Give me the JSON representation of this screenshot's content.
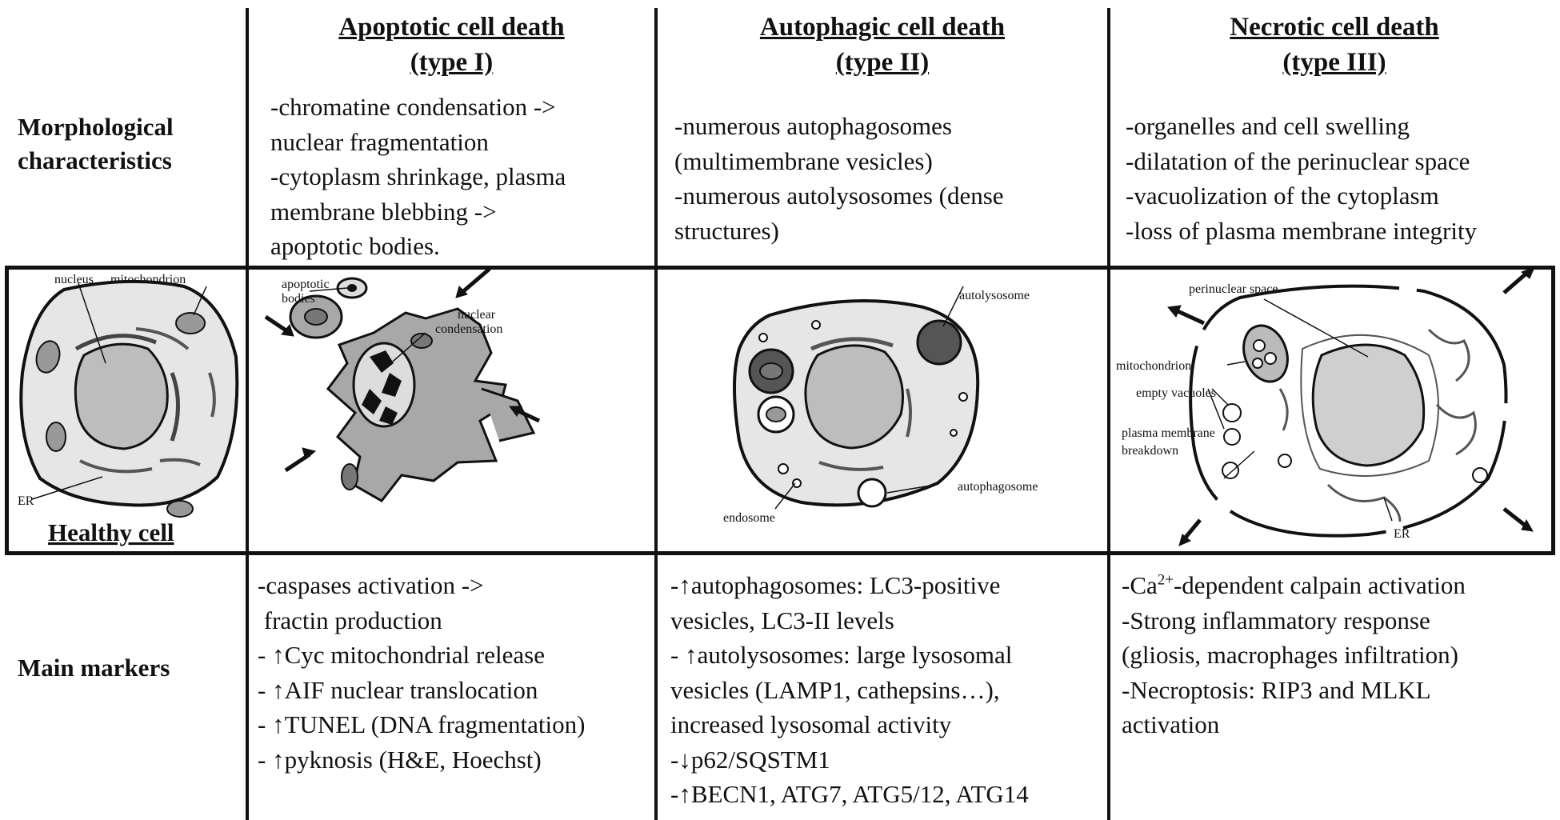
{
  "columns": [
    {
      "title": "Apoptotic cell death",
      "subtitle": "(type I)"
    },
    {
      "title": "Autophagic cell death",
      "subtitle": "(type II)"
    },
    {
      "title": "Necrotic cell death",
      "subtitle": "(type III)"
    }
  ],
  "rows": {
    "morphology_label": [
      "Morphological",
      "characteristics"
    ],
    "markers_label": "Main markers"
  },
  "morphology": {
    "apoptotic": [
      "-chromatine condensation ->",
      "nuclear fragmentation",
      "-cytoplasm shrinkage, plasma",
      "membrane blebbing ->",
      "apoptotic bodies."
    ],
    "autophagic": [
      "-numerous autophagosomes",
      "(multimembrane vesicles)",
      "-numerous autolysosomes (dense",
      "structures)"
    ],
    "necrotic": [
      "-organelles and cell swelling",
      "-dilatation of the perinuclear space",
      "-vacuolization of the cytoplasm",
      "-loss of plasma membrane integrity"
    ]
  },
  "markers": {
    "apoptotic": [
      "-caspases activation ->",
      " fractin production",
      "- ↑Cyc mitochondrial release",
      "- ↑AIF nuclear translocation",
      "- ↑TUNEL (DNA fragmentation)",
      "- ↑pyknosis (H&E, Hoechst)"
    ],
    "autophagic": [
      "-↑autophagosomes: LC3-positive",
      "vesicles, LC3-II levels",
      "- ↑autolysosomes: large lysosomal",
      "vesicles (LAMP1, cathepsins…),",
      "increased lysosomal activity",
      "-↓p62/SQSTM1",
      "-↑BECN1, ATG7, ATG5/12, ATG14"
    ],
    "necrotic_ca_prefix": "-Ca",
    "necrotic_ca_sup": "2+",
    "necrotic_ca_suffix": "-dependent calpain activation",
    "necrotic": [
      "-Strong inflammatory response",
      "(gliosis, macrophages infiltration)",
      "-Necroptosis: RIP3 and MLKL",
      "activation"
    ]
  },
  "diagram_labels": {
    "healthy": {
      "nucleus": "nucleus",
      "mitochondrion": "mitochondrion",
      "er": "ER",
      "caption": "Healthy cell"
    },
    "apoptotic": {
      "bodies_1": "apoptotic",
      "bodies_2": "bodies",
      "nuclear_1": "nuclear",
      "nuclear_2": "condensation"
    },
    "autophagic": {
      "autolysosome": "autolysosome",
      "autophagosome": "autophagosome",
      "endosome": "endosome"
    },
    "necrotic": {
      "perinuclear": "perinuclear space",
      "mitochondrion": "mitochondrion",
      "vacuoles": "empty vacuoles",
      "breakdown_1": "plasma membrane",
      "breakdown_2": "breakdown",
      "er": "ER"
    }
  }
}
